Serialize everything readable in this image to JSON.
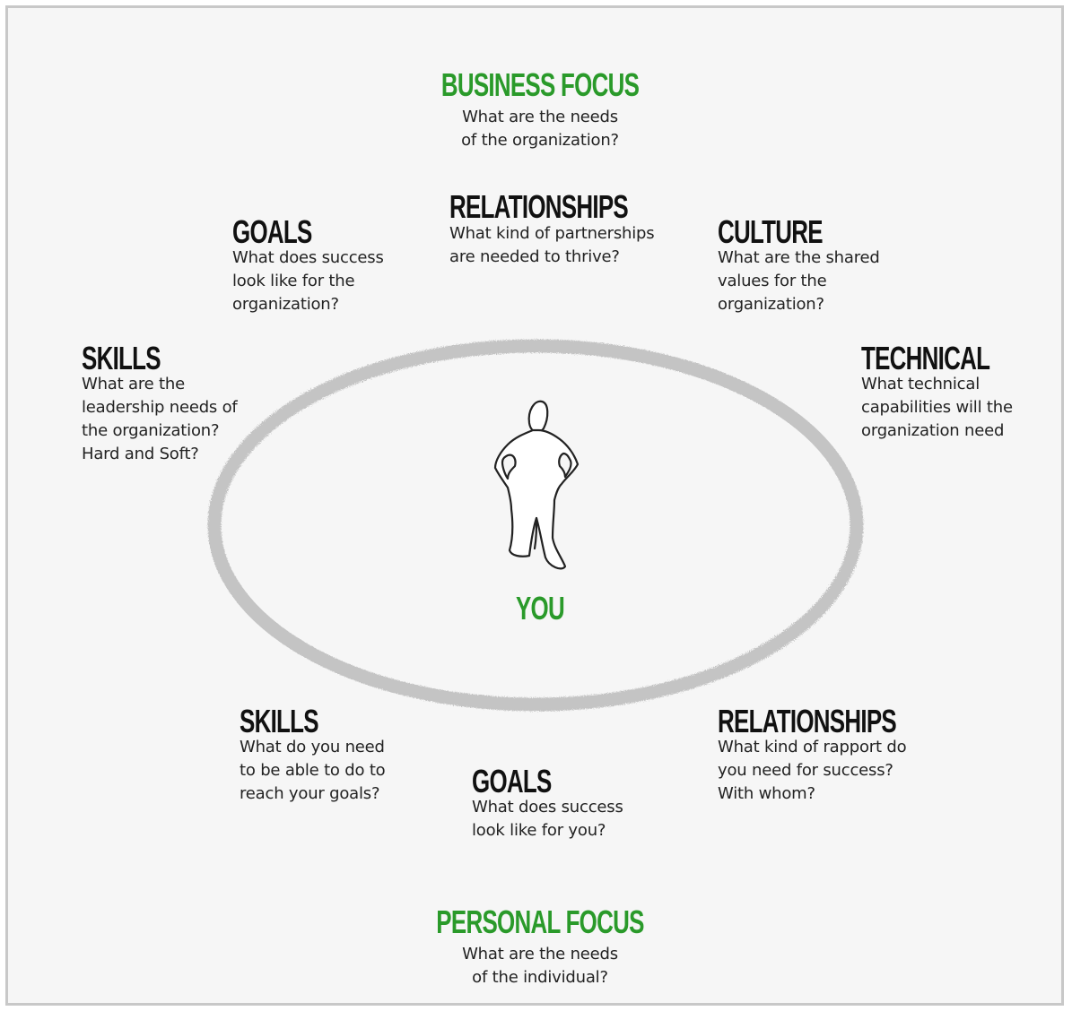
{
  "colors": {
    "accent": "#2a9a2a",
    "heading": "#111111",
    "text": "#222222",
    "ellipse": "#c4c4c4",
    "background": "#f6f6f6"
  },
  "business_focus": {
    "title": "BUSINESS FOCUS",
    "text": "What are the needs\nof the organization?"
  },
  "personal_focus": {
    "title": "PERSONAL FOCUS",
    "text": "What are the needs\nof the individual?"
  },
  "center": {
    "label": "YOU",
    "icon": "person-figure-icon"
  },
  "organization": {
    "relationships": {
      "title": "RELATIONSHIPS",
      "text": "What kind of partnerships\nare needed to thrive?"
    },
    "goals": {
      "title": "GOALS",
      "text": "What does success\nlook like for the\norganization?"
    },
    "culture": {
      "title": "CULTURE",
      "text": "What are the shared\nvalues for the\norganization?"
    },
    "skills": {
      "title": "SKILLS",
      "text": "What are the\nleadership needs of\nthe organization?\nHard and Soft?"
    },
    "technical": {
      "title": "TECHNICAL",
      "text": "What technical\ncapabilities will the\norganization need"
    }
  },
  "individual": {
    "skills": {
      "title": "SKILLS",
      "text": "What do you need\nto be able to do to\nreach your goals?"
    },
    "goals": {
      "title": "GOALS",
      "text": "What does success\nlook like for you?"
    },
    "relationships": {
      "title": "RELATIONSHIPS",
      "text": "What kind of rapport do\nyou need for success?\nWith whom?"
    }
  }
}
